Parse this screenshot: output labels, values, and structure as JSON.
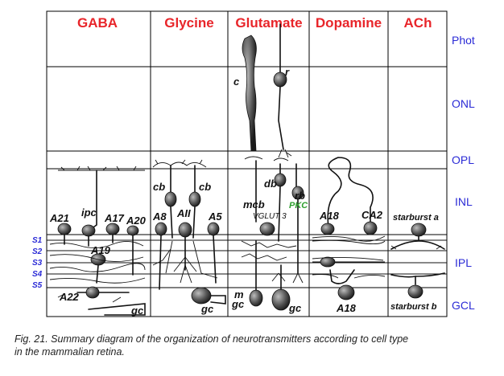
{
  "columns": [
    "GABA",
    "Glycine",
    "Glutamate",
    "Dopamine",
    "ACh"
  ],
  "layers": [
    "Phot",
    "ONL",
    "OPL",
    "INL",
    "IPL",
    "GCL"
  ],
  "strata": [
    "S1",
    "S2",
    "S3",
    "S4",
    "S5"
  ],
  "cells": {
    "gaba": [
      "ipc",
      "A21",
      "A17",
      "A20",
      "A19",
      "A22",
      "gc"
    ],
    "glycine": [
      "cb",
      "cb",
      "A8",
      "AII",
      "A5",
      "gc"
    ],
    "glutamate": [
      "c",
      "r",
      "db",
      "rb",
      "mcb",
      "m",
      "gc",
      "gc"
    ],
    "dopamine": [
      "A18",
      "CA2",
      "A18"
    ],
    "ach": [
      "starburst a",
      "starburst b"
    ]
  },
  "markers": {
    "pkc": "PKC",
    "vglut": "VGLUT 3"
  },
  "caption": {
    "line1": "Fig. 21.  Summary diagram of the organization of neurotransmitters according to cell type",
    "line2": "in the mammalian retina."
  },
  "colors": {
    "title": "#e8252a",
    "layer": "#2b2bd6",
    "pkc": "#2fa02f"
  }
}
